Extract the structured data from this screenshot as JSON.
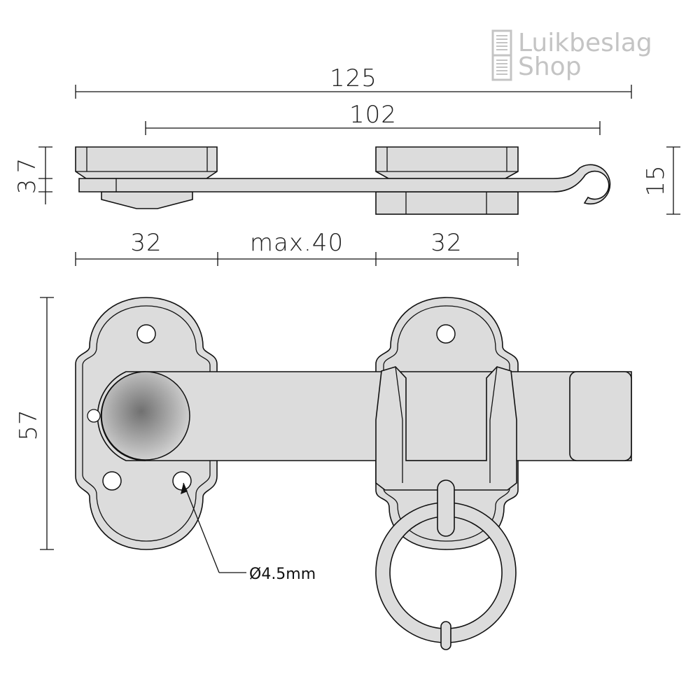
{
  "logo": {
    "line1": "Luikbeslag",
    "line2": "Shop"
  },
  "dimensions": {
    "overall_length": "125",
    "hole_spacing": "102",
    "thickness_top": "7",
    "thickness_bottom": "3",
    "hook_height": "15",
    "left_plate_width": "32",
    "gap": "max.40",
    "right_plate_width": "32",
    "plate_height": "57",
    "hole_diameter": "Ø4.5mm"
  },
  "colors": {
    "part": "#dcdcdc",
    "line": "#111111",
    "knob": "#808080",
    "logo": "#c4c4c4"
  }
}
